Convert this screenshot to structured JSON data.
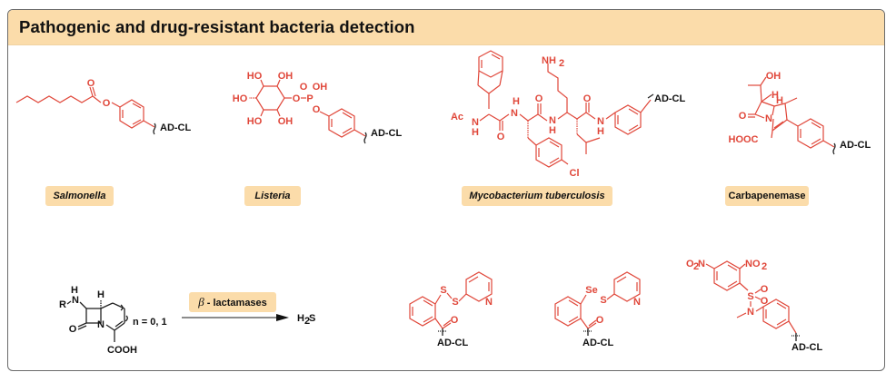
{
  "header": {
    "title": "Pathogenic and drug-resistant bacteria detection"
  },
  "colors": {
    "accent_badge": "#fbdcaa",
    "molecule_red": "#e0473a",
    "frame": "#6b6b6b"
  },
  "top_row": [
    {
      "label": "Salmonella",
      "italic": true,
      "anchor_text": "AD-CL"
    },
    {
      "label": "Listeria",
      "italic": true,
      "anchor_text": "AD-CL"
    },
    {
      "label": "Mycobacterium tuberculosis",
      "italic": true,
      "anchor_text": "AD-CL"
    },
    {
      "label": "Carbapenemase",
      "italic": false,
      "anchor_text": "AD-CL"
    }
  ],
  "atoms": {
    "O": "O",
    "HO": "HO",
    "OH": "OH",
    "P": "P",
    "NH2": "NH",
    "NH2_sub": "2",
    "Ac": "Ac",
    "N": "N",
    "H": "H",
    "Cl": "Cl",
    "HOOC": "HOOC",
    "COOH": "COOH",
    "R": "R",
    "S": "S",
    "Se": "Se",
    "O2N": "O",
    "O2N_sub": "2",
    "O2N_tail": "N",
    "NO2": "NO",
    "NO2_sub": "2",
    "AD_CL": "AD-CL"
  },
  "reaction": {
    "condition_symbol": "β",
    "condition_text": " - lactamases",
    "n_values": "n = 0, 1",
    "product": "H",
    "product_sub": "2",
    "product_tail": "S"
  }
}
